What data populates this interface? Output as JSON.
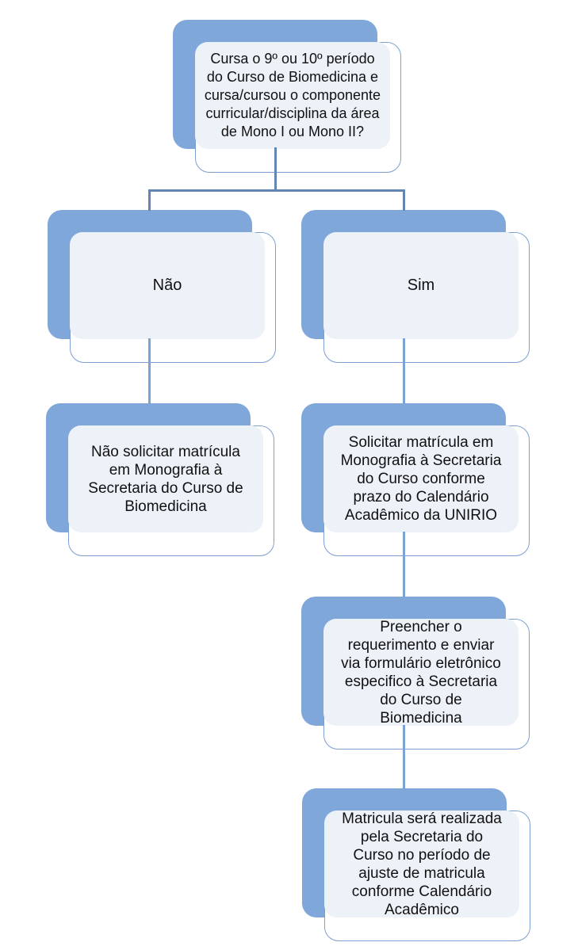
{
  "flowchart": {
    "type": "flowchart",
    "nodes": [
      {
        "id": "question",
        "role": "decision",
        "text": "Cursa o 9º ou 10º período\ndo Curso de Biomedicina e\ncursa/cursou o componente\ncurricular/disciplina da área\nde Mono I ou Mono II?"
      },
      {
        "id": "no-branch",
        "role": "branch-label",
        "text": "Não"
      },
      {
        "id": "yes-branch",
        "role": "branch-label",
        "text": "Sim"
      },
      {
        "id": "no-action",
        "role": "process",
        "text": "Não solicitar matrícula\nem Monografia à\nSecretaria do Curso de\nBiomedicina"
      },
      {
        "id": "yes-action-1",
        "role": "process",
        "text": "Solicitar matrícula em\nMonografia à Secretaria\ndo Curso conforme\nprazo do Calendário\nAcadêmico da UNIRIO"
      },
      {
        "id": "yes-action-2",
        "role": "process",
        "text": "Preencher o\nrequerimento e enviar\nvia formulário eletrônico\nespecifico à Secretaria\ndo Curso de\nBiomedicina"
      },
      {
        "id": "yes-action-3",
        "role": "process",
        "text": "Matricula será realizada\npela Secretaria do\nCurso no período de\najuste de matricula\nconforme Calendário\nAcadêmico"
      }
    ],
    "edges": [
      {
        "from": "question",
        "to": "no-branch"
      },
      {
        "from": "question",
        "to": "yes-branch"
      },
      {
        "from": "no-branch",
        "to": "no-action"
      },
      {
        "from": "yes-branch",
        "to": "yes-action-1"
      },
      {
        "from": "yes-action-1",
        "to": "yes-action-2"
      },
      {
        "from": "yes-action-2",
        "to": "yes-action-3"
      }
    ],
    "colors": {
      "shape_blue": "#7fa7da",
      "shape_fill": "#edf1f8",
      "shape_border": "#7ca0d3",
      "edge_dark": "#6285b1",
      "edge_light": "#7ba3d6",
      "text": "#111111"
    }
  }
}
